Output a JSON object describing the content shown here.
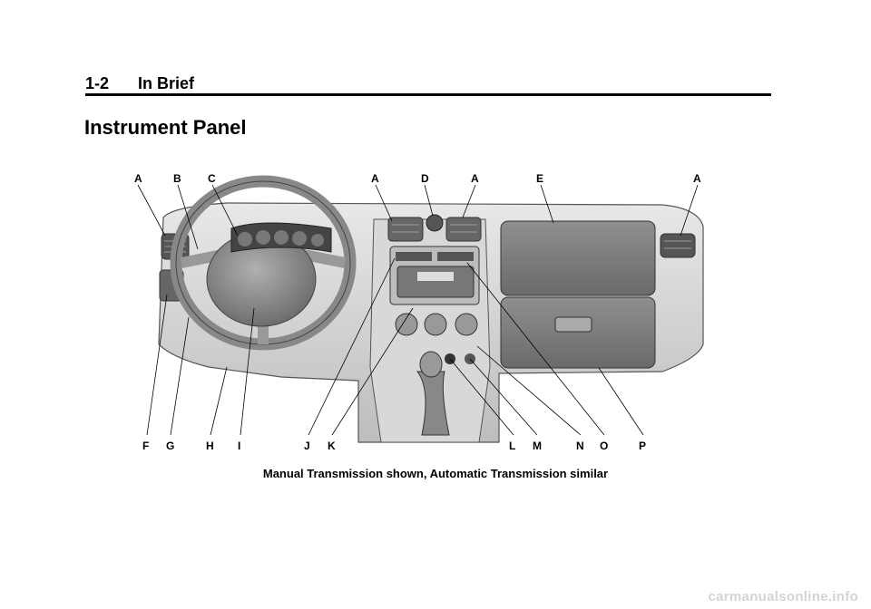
{
  "header": {
    "section_number": "1-2",
    "section_title": "In Brief"
  },
  "title": "Instrument Panel",
  "figure": {
    "labels_top": [
      "A",
      "B",
      "C",
      "A",
      "D",
      "A",
      "E",
      "A"
    ],
    "labels_bottom": [
      "F",
      "G",
      "H",
      "I",
      "J",
      "K",
      "L",
      "M",
      "N",
      "O",
      "P"
    ]
  },
  "caption": "Manual Transmission shown, Automatic Transmission similar",
  "watermark": "carmanualsonline.info"
}
